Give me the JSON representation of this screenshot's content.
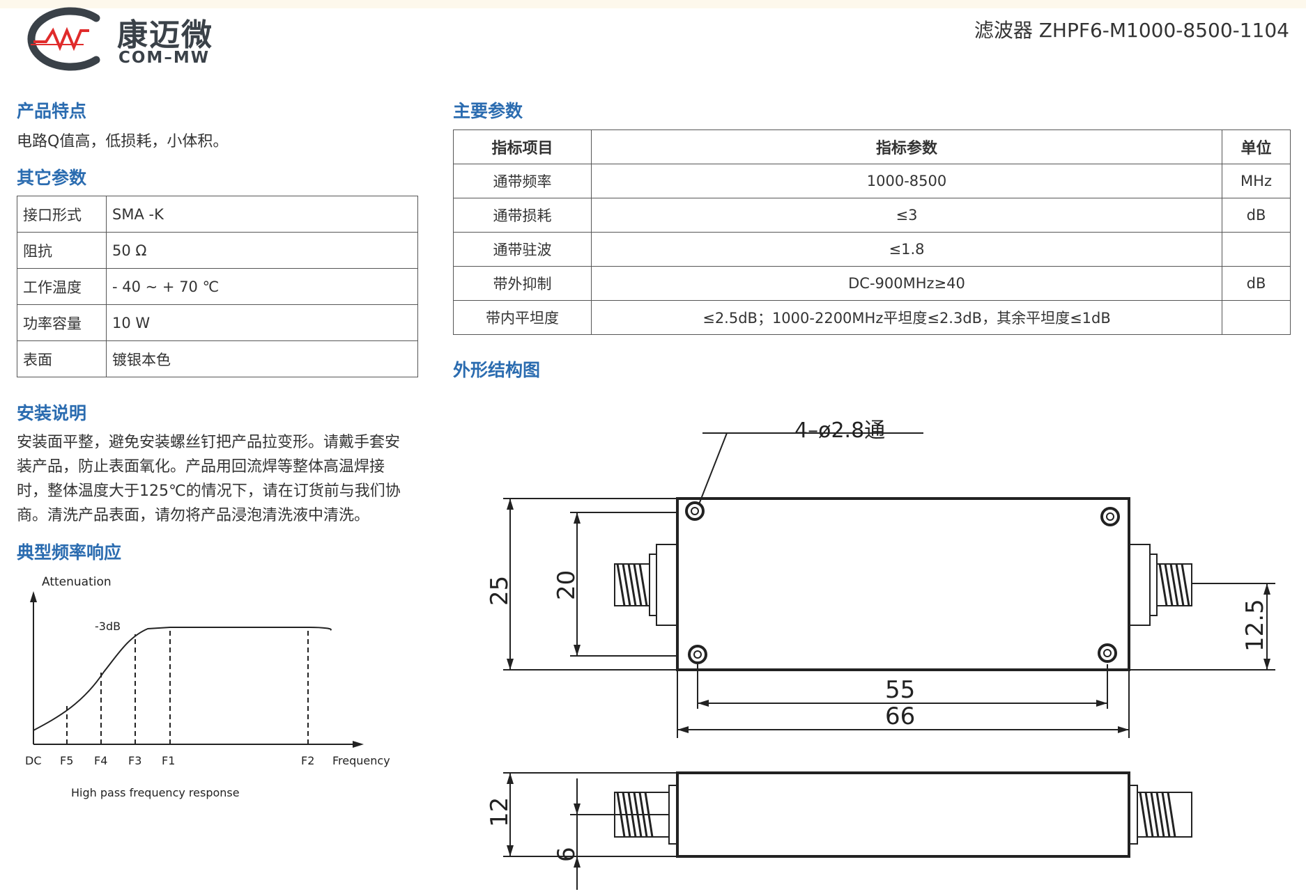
{
  "header": {
    "brand_cn": "康迈微",
    "brand_en": "COM–MW",
    "doc_title": "滤波器 ZHPF6-M1000-8500-1104",
    "accent_color": "#2b6cb0",
    "logo_red": "#e02b2b",
    "logo_gray": "#3a4148"
  },
  "features": {
    "title": "产品特点",
    "text": "电路Q值高，低损耗，小体积。"
  },
  "other_params": {
    "title": "其它参数",
    "rows": [
      {
        "label": "接口形式",
        "value": "SMA -K"
      },
      {
        "label": "阻抗",
        "value": "50 Ω"
      },
      {
        "label": "工作温度",
        "value": "- 40 ~ + 70 ℃"
      },
      {
        "label": "功率容量",
        "value": "10 W"
      },
      {
        "label": "表面",
        "value": "镀银本色"
      }
    ]
  },
  "install": {
    "title": "安装说明",
    "lines": [
      "安装面平整，避免安装螺丝钉把产品拉变形。请戴手套安",
      "装产品，防止表面氧化。产品用回流焊等整体高温焊接",
      "时，整体温度大于125℃的情况下，请在订货前与我们协",
      "商。清洗产品表面，请勿将产品浸泡清洗液中清洗。"
    ]
  },
  "freq_response": {
    "title": "典型频率响应",
    "y_label": "Attenuation",
    "x_label": "Frequency",
    "marker": "-3dB",
    "ticks": [
      "DC",
      "F5",
      "F4",
      "F3",
      "F1",
      "F2"
    ],
    "caption": "High  pass  frequency  response"
  },
  "main_params": {
    "title": "主要参数",
    "headers": [
      "指标项目",
      "指标参数",
      "单位"
    ],
    "rows": [
      {
        "item": "通带频率",
        "value": "1000-8500",
        "unit": "MHz"
      },
      {
        "item": "通带损耗",
        "value": "≤3",
        "unit": "dB"
      },
      {
        "item": "通带驻波",
        "value": "≤1.8",
        "unit": ""
      },
      {
        "item": "带外抑制",
        "value": "DC-900MHz≥40",
        "unit": "dB"
      },
      {
        "item": "带内平坦度",
        "value": "≤2.5dB；1000-2200MHz平坦度≤2.3dB，其余平坦度≤1dB",
        "unit": ""
      }
    ]
  },
  "outline": {
    "title": "外形结构图",
    "hole_note": "4–ø2.8通",
    "dims": {
      "height_outer": "25",
      "height_inner": "20",
      "port_offset": "12.5",
      "hole_span": "55",
      "length": "66",
      "thickness": "12",
      "port_height": "6"
    }
  }
}
